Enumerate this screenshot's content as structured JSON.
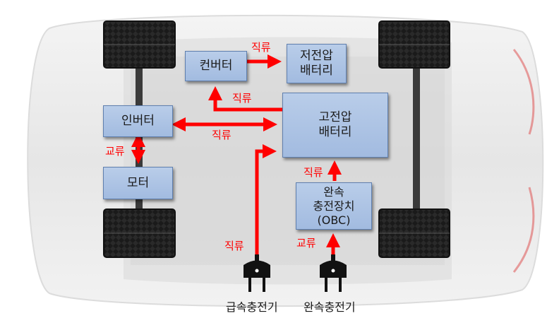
{
  "components": {
    "converter": "컨버터",
    "low_voltage_battery": "저전압\n배터리",
    "inverter": "인버터",
    "high_voltage_battery": "고전압\n배터리",
    "motor": "모터",
    "obc": "완속\n충전장치\n(OBC)"
  },
  "flows": {
    "converter_to_lv": "직류",
    "hv_to_converter": "직류",
    "inverter_hv": "직류",
    "inverter_motor": "교류",
    "obc_to_hv": "직류",
    "fast_to_hv": "직류",
    "slow_to_obc": "교류"
  },
  "chargers": {
    "fast": "급속충전기",
    "slow": "완속충전기"
  },
  "colors": {
    "arrow": "#ff0000",
    "box_fill": "#aec4e5",
    "box_border": "#5f7fae"
  }
}
